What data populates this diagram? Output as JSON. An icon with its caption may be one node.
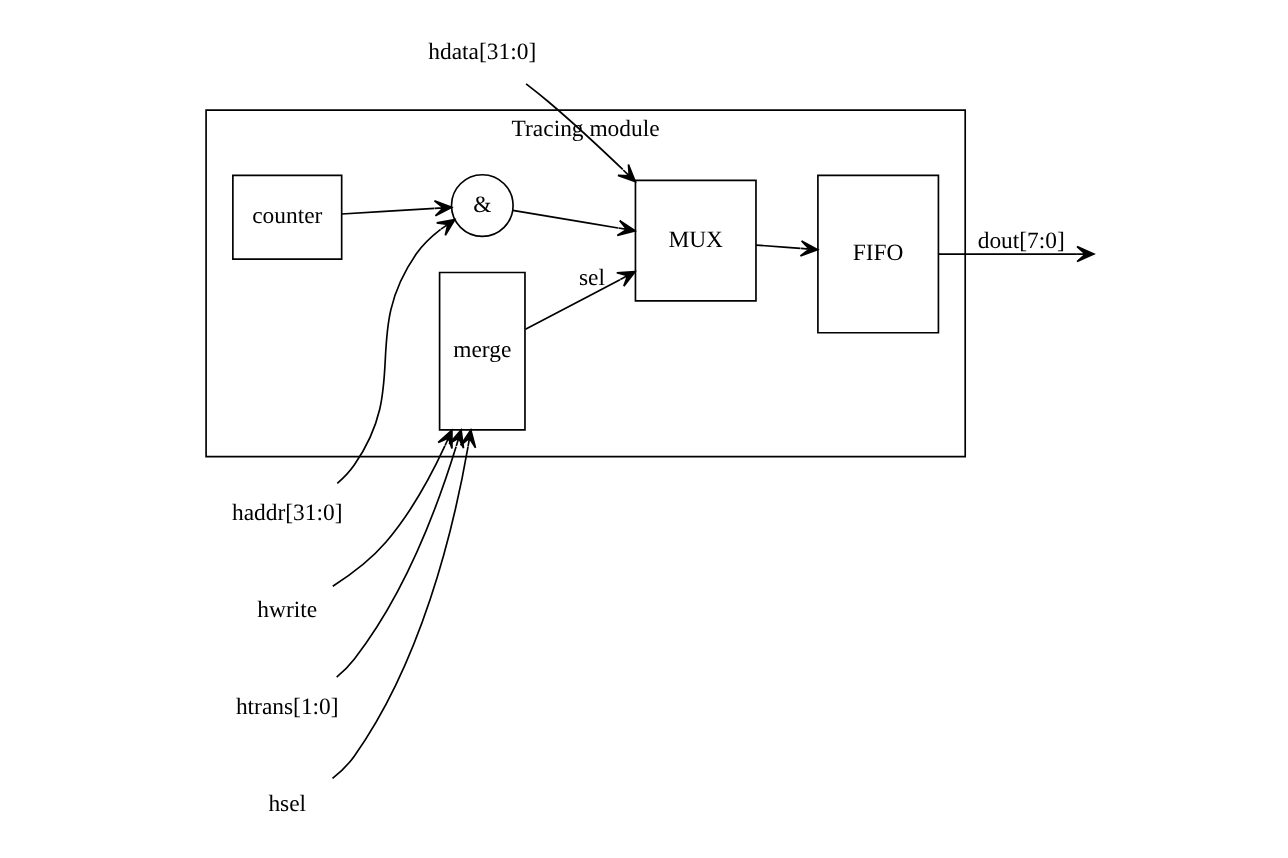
{
  "diagram": {
    "nodes": [
      {
        "text": [
          "Tracing module"
        ]
      },
      {
        "text": [
          "haddr[31:0]"
        ]
      },
      {
        "text": [
          "hdata[31:0]"
        ]
      },
      {
        "text": [
          "hwrite"
        ]
      },
      {
        "text": [
          "htrans[1:0]"
        ]
      },
      {
        "text": [
          "hsel"
        ]
      },
      {
        "text": [
          "&"
        ],
        "in": 0
      },
      {
        "text": [
          "counter"
        ],
        "in": 0
      },
      {
        "text": [
          "merge"
        ],
        "in": 0
      },
      {
        "text": [
          "MUX"
        ],
        "in": 0
      },
      {
        "text": [
          "FIFO"
        ],
        "in": 0
      }
    ],
    "edges": [
      {
        "from": 1,
        "to": 6,
        "arrow": "to"
      },
      {
        "from": 7,
        "to": 6,
        "arrow": "to"
      },
      {
        "from": 6,
        "to": 9,
        "arrow": "to"
      },
      {
        "from": 2,
        "to": 9,
        "arrow": "to"
      },
      {
        "from": 3,
        "to": 8,
        "arrow": "to"
      },
      {
        "from": 4,
        "to": 8,
        "arrow": "to"
      },
      {
        "from": 5,
        "to": 8,
        "arrow": "to"
      },
      {
        "from": 8,
        "to": 9,
        "arrow": "to",
        "label": "sel"
      },
      {
        "from": 9,
        "to": 10,
        "arrow": "to"
      },
      {
        "from": 10,
        "to": null,
        "arrow": "to",
        "label": "dout[7:0]"
      }
    ]
  }
}
